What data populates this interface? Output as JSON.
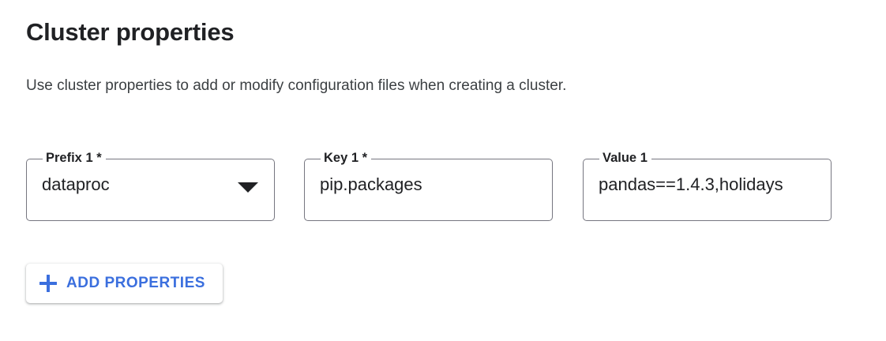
{
  "page": {
    "title": "Cluster properties",
    "subtitle": "Use cluster properties to add or modify configuration files when creating a cluster."
  },
  "theme": {
    "accent_blue": "#3b6fde",
    "outline_gray": "#767680",
    "text_primary": "#202124",
    "text_secondary": "#3c4043",
    "background": "#ffffff"
  },
  "properties": {
    "fields": [
      {
        "id": "prefix-1",
        "label": "Prefix 1 *",
        "label_text": "Prefix 1",
        "required": true,
        "type": "select",
        "value": "dataproc",
        "placeholder": "",
        "icon": "chevron-down-icon"
      },
      {
        "id": "key-1",
        "label": "Key 1 *",
        "label_text": "Key 1",
        "required": true,
        "type": "text",
        "value": "pip.packages",
        "placeholder": ""
      },
      {
        "id": "value-1",
        "label": "Value 1",
        "label_text": "Value 1",
        "required": false,
        "type": "text",
        "value": "pandas==1.4.3,holidays",
        "placeholder": ""
      }
    ]
  },
  "actions": {
    "add_properties": {
      "label": "ADD PROPERTIES",
      "icon": "plus-icon"
    }
  }
}
